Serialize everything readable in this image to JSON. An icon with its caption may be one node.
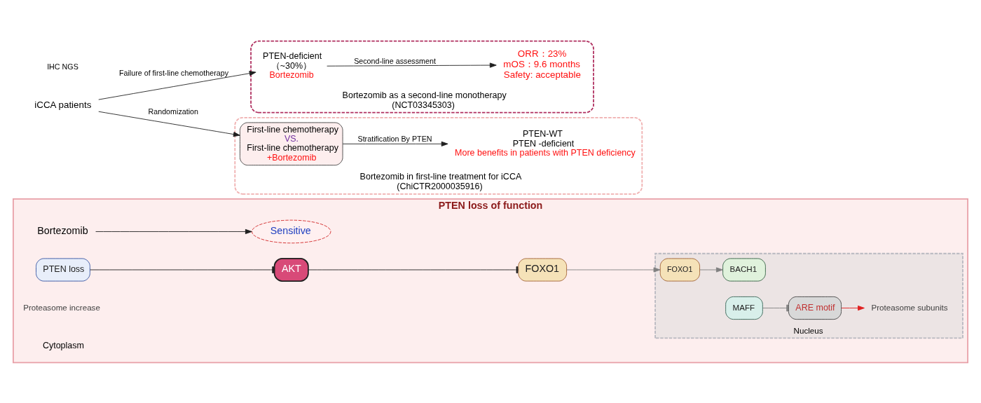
{
  "diagram": {
    "nodes": [
      {
        "text": [
          "PTEN loss of function"
        ]
      },
      {
        "text": [
          "Bortezomib"
        ],
        "in": 0
      },
      {
        "text": [
          "Sensitive"
        ],
        "in": 0
      },
      {
        "text": [
          "AKT"
        ],
        "in": 0
      },
      {
        "text": [
          "PTEN loss"
        ],
        "in": 0
      },
      {
        "text": [
          "FOXO1"
        ],
        "in": 0
      },
      {
        "text": [
          "Nucleus"
        ],
        "in": 0
      },
      {
        "text": [
          "FOXO1"
        ],
        "in": 6
      },
      {
        "text": [
          "BACH1"
        ],
        "in": 6
      },
      {
        "text": [
          "MAFF"
        ],
        "in": 6
      },
      {
        "text": [
          "ARE motif"
        ],
        "in": 6
      },
      {
        "text": [
          "Proteasome subunits"
        ],
        "in": 6
      },
      {
        "text": [
          "iCCA patients"
        ]
      },
      {
        "text": [
          "Bortezomib as a second-line monotherapy",
          "(NCT03345303)"
        ]
      },
      {
        "text": [
          "PTEN-deficient",
          "（~30%）",
          "Bortezomib"
        ],
        "in": 13
      },
      {
        "text": [
          "ORR：23%",
          "mOS：9.6 months",
          "Safety: acceptable"
        ],
        "in": 13
      },
      {
        "text": [
          "Bortezomib in first-line treatment for iCCA",
          "(ChiCTR2000035916)"
        ]
      },
      {
        "text": [
          "First-line chemotherapy",
          "VS.",
          "First-line chemotherapy",
          "+Bortezomib"
        ],
        "in": 16
      },
      {
        "text": [
          "PTEN-WT",
          "PTEN -deficient",
          "More benefits in patients with PTEN deficiency"
        ],
        "in": 16
      }
    ],
    "edges": [
      {
        "from": 1,
        "to": 2,
        "arrow": "to"
      },
      {
        "from": 4,
        "to": 3,
        "arrow": "other"
      },
      {
        "from": 3,
        "to": 5,
        "arrow": "other"
      },
      {
        "from": 5,
        "to": 7,
        "arrow": "to",
        "color": "#808080"
      },
      {
        "from": 7,
        "to": 8,
        "arrow": "to",
        "color": "#808080"
      },
      {
        "from": 9,
        "to": 10,
        "arrow": "other",
        "color": "#808080"
      },
      {
        "from": 10,
        "to": 11,
        "arrow": "to",
        "color": "#e02020"
      },
      {
        "from": 12,
        "to": 14,
        "arrow": "to",
        "label": "Failure of first-line chemotherapy"
      },
      {
        "from": 14,
        "to": 15,
        "arrow": "to",
        "label": "Second-line assessment"
      },
      {
        "from": 12,
        "to": 17,
        "arrow": "to",
        "label": "Randomization"
      },
      {
        "from": 17,
        "to": 18,
        "arrow": "to",
        "label": "Stratification By PTEN"
      }
    ],
    "labels": [
      "IHC NGS",
      "Proteasome increase",
      "Cytoplasm"
    ]
  }
}
